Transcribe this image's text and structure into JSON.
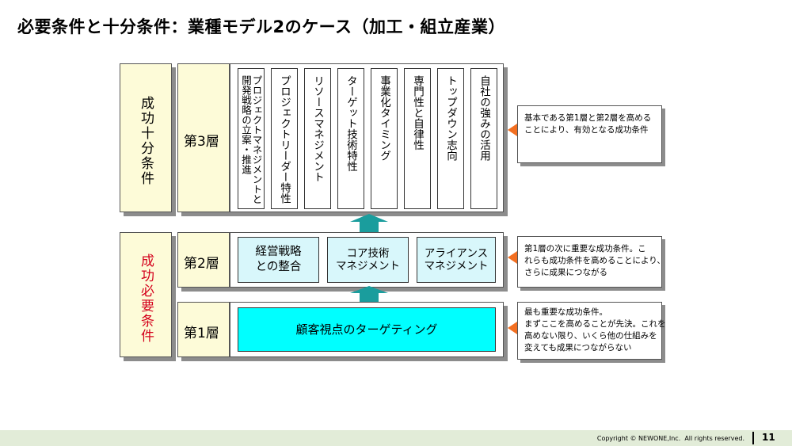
{
  "title": "必要条件と十分条件：業種モデル2のケース（加工・組立産業）",
  "left_labels": {
    "sufficient": "成功十分条件",
    "necessary": "成功必要条件",
    "necessary_color": "#d4001c"
  },
  "layers": {
    "layer3": "第3層",
    "layer2": "第2層",
    "layer1": "第1層"
  },
  "layer3_columns": [
    "プロジェクトマネジメントと\n開発戦略の立案・推進",
    "プロジェクトリーダー特性",
    "リソースマネジメント",
    "ターゲット技術特性",
    "事業化タイミング",
    "専門性と自律性",
    "トップダウン志向",
    "自社の強みの活用"
  ],
  "layer2_boxes": [
    "経営戦略\nとの整合",
    "コア技術\nマネジメント",
    "アライアンス\nマネジメント"
  ],
  "layer1_box": "顧客視点のターゲティング",
  "notes": {
    "layer3": "基本である第1層と第2層を高める\nことにより、有効となる成功条件",
    "layer2": "第1層の次に重要な成功条件。こ\nれらも成功条件を高めることにより、\nさらに成果につながる",
    "layer1": "最も重要な成功条件。\nまずここを高めることが先決。これを\n高めない限り、いくら他の仕組みを\n変えても成果につながらない"
  },
  "colors": {
    "cyan_box": "#d8f7fb",
    "layer1_fill": "#00ffff",
    "arrow": "#1a9d9d",
    "accent_triangle": "#f36f21",
    "yellow_fill": "#fdfbd8"
  },
  "footer": {
    "copyright": "Copyright © NEWONE,Inc.  All rights reserved.",
    "page_number": "11"
  }
}
